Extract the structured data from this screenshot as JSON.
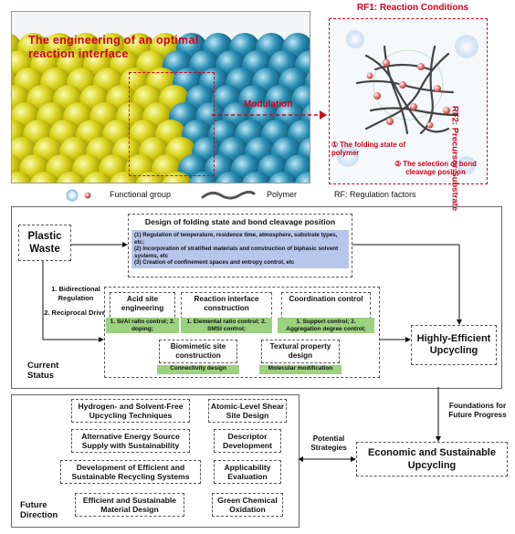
{
  "top": {
    "title": "The engineering of an optimal reaction interface",
    "modulation": "Modulation",
    "rf1": "RF1: Reaction Conditions",
    "rf2": "RF2: Precursor Substrate",
    "folding": "① The folding state of polymer",
    "bond": "② The selection of bond cleavage position"
  },
  "legend": {
    "functional_group": "Functional group",
    "polymer": "Polymer",
    "rf": "RF: Regulation factors"
  },
  "current": {
    "plastic_waste": "Plastic Waste",
    "regulation": "1. Bidirectional Regulation",
    "drive": "2. Reciprocal Drive",
    "status_label": "Current Status",
    "design_title": "Design of folding state and bond cleavage position",
    "design_items": [
      "(1) Regulation of temperature, residence time, atmosphere, substrate types, etc;",
      "(2) Incorporation of stratified materials and construction of biphasic solvent systems, etc",
      "(3) Creation of confinement spaces and entropy control, etc"
    ],
    "acid_title": "Acid site engineering",
    "acid_detail": "1. Si/Al ratio control; 2. doping;",
    "interface_title": "Reaction interface construction",
    "interface_detail": "1. Elemental ratio control; 2. SMSI control;",
    "coord_title": "Coordination control",
    "coord_detail": "1. Support control; 2. Aggregation degree control;",
    "bio_title": "Biomimetic site construction",
    "bio_detail": "Connectivity design",
    "texture_title": "Textural property design",
    "texture_detail": "Molecular modification",
    "highly": "Highly-Efficient Upcycling"
  },
  "future": {
    "label": "Future Direction",
    "foundations": "Foundations for Future Progress",
    "potential": "Potential Strategies",
    "economic": "Economic and Sustainable Upcycling",
    "left_items": [
      "Hydrogen- and Solvent-Free Upcycling Techniques",
      "Alternative Energy Source Supply with Sustainability",
      "Development of Efficient and Sustainable Recycling Systems",
      "Efficient and Sustainable Material Design"
    ],
    "right_items": [
      "Atomic-Level Shear Site Design",
      "Descriptor Development",
      "Applicability Evaluation",
      "Green Chemical Oxidation"
    ]
  }
}
